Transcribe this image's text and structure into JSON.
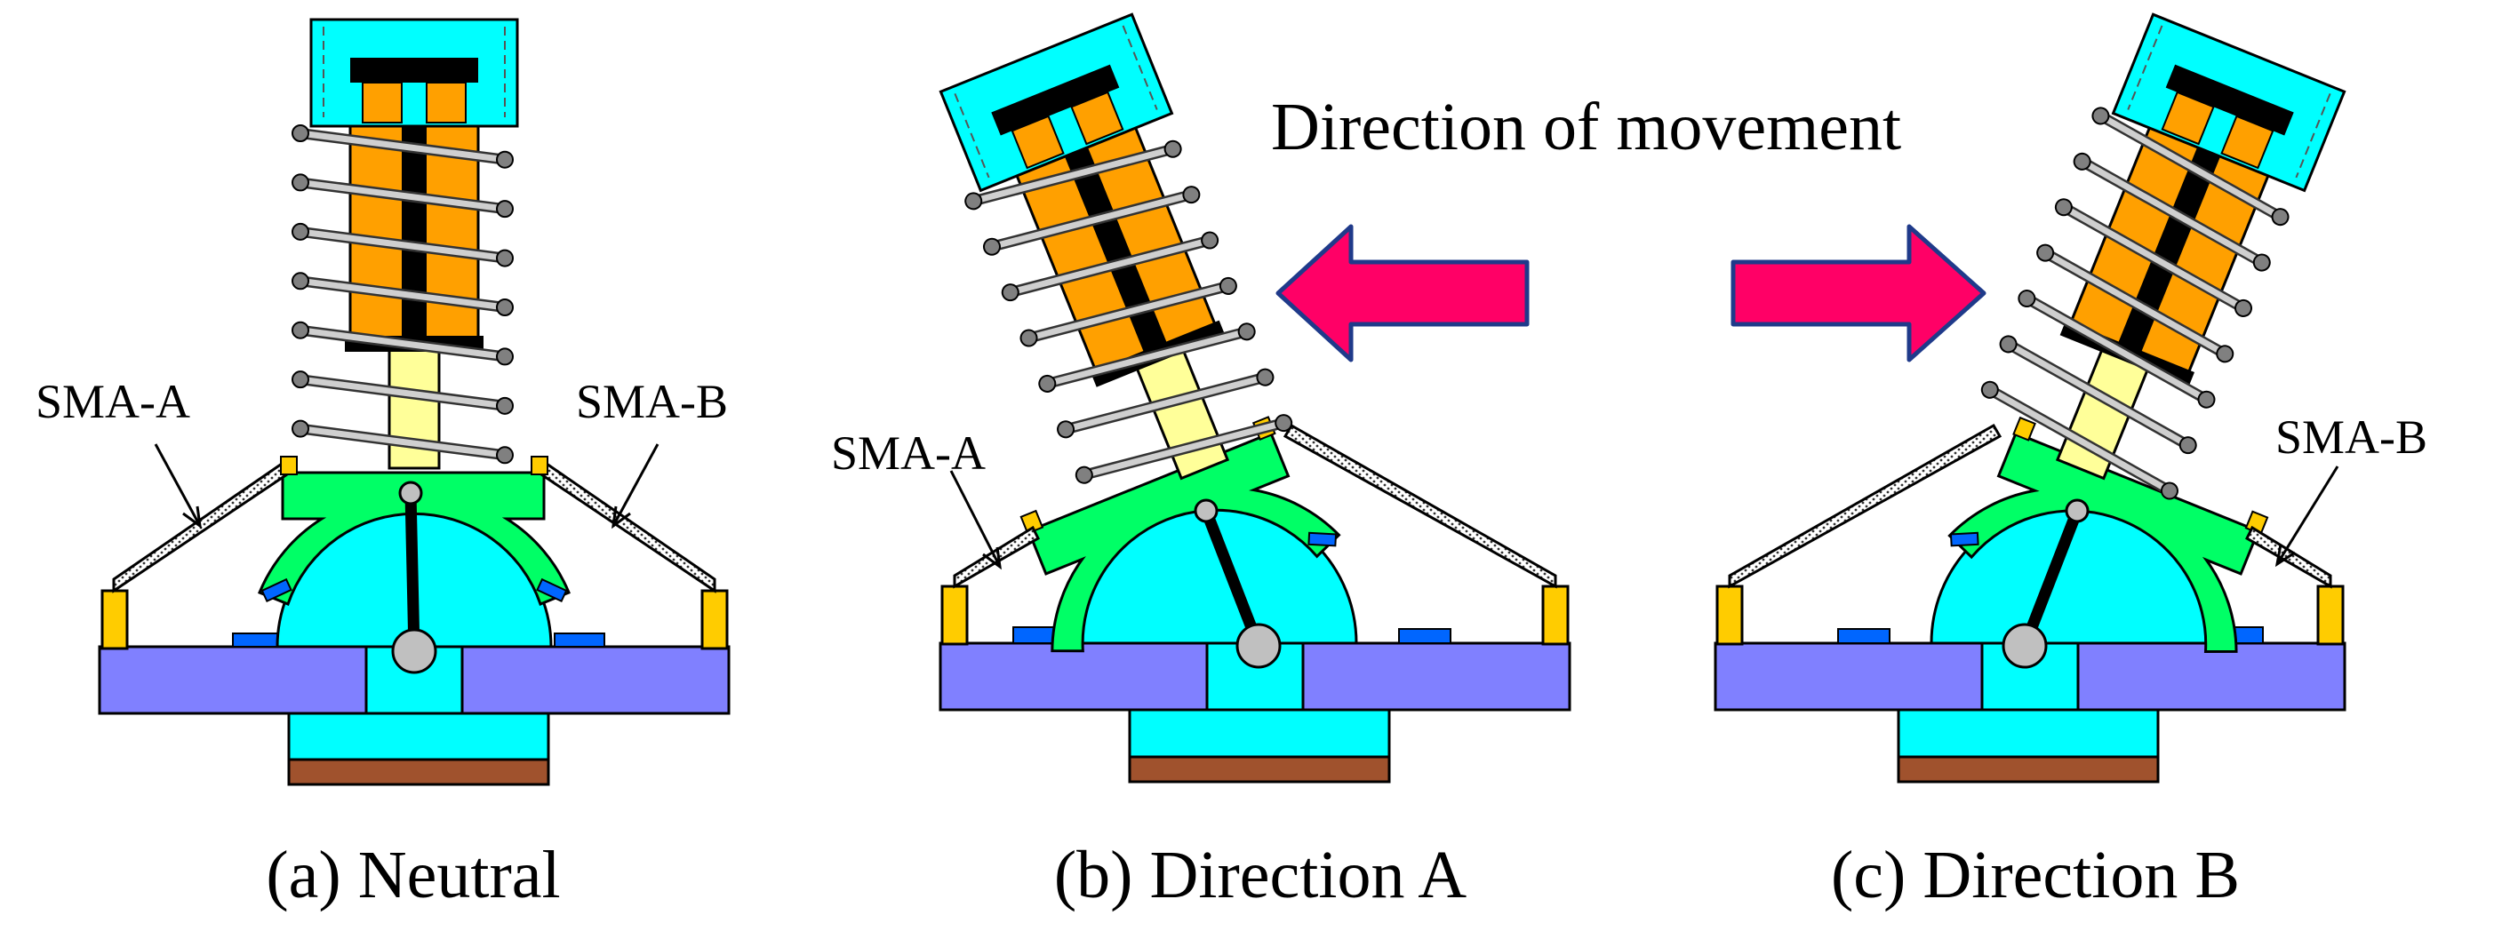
{
  "title": "Direction of movement",
  "panels": [
    {
      "caption": "(a) Neutral",
      "sma_left": "SMA-A",
      "sma_right": "SMA-B"
    },
    {
      "caption": "(b) Direction A",
      "sma_left": "SMA-A"
    },
    {
      "caption": "(c) Direction B",
      "sma_right": "SMA-B"
    }
  ],
  "arrows": [
    {
      "direction": "left",
      "color": "#ff0066"
    },
    {
      "direction": "right",
      "color": "#ff0066"
    }
  ],
  "colors": {
    "base": "#8080ff",
    "body": "#00ffff",
    "sma_bracket": "#00ff66",
    "spring_core": "#ffa000",
    "spring_cap": "#00ffff",
    "rod": "#ffff99",
    "foot": "#a0522d",
    "anchor": "#ffcc00",
    "pad": "#0066ff",
    "pivot": "#c0c0c0"
  }
}
